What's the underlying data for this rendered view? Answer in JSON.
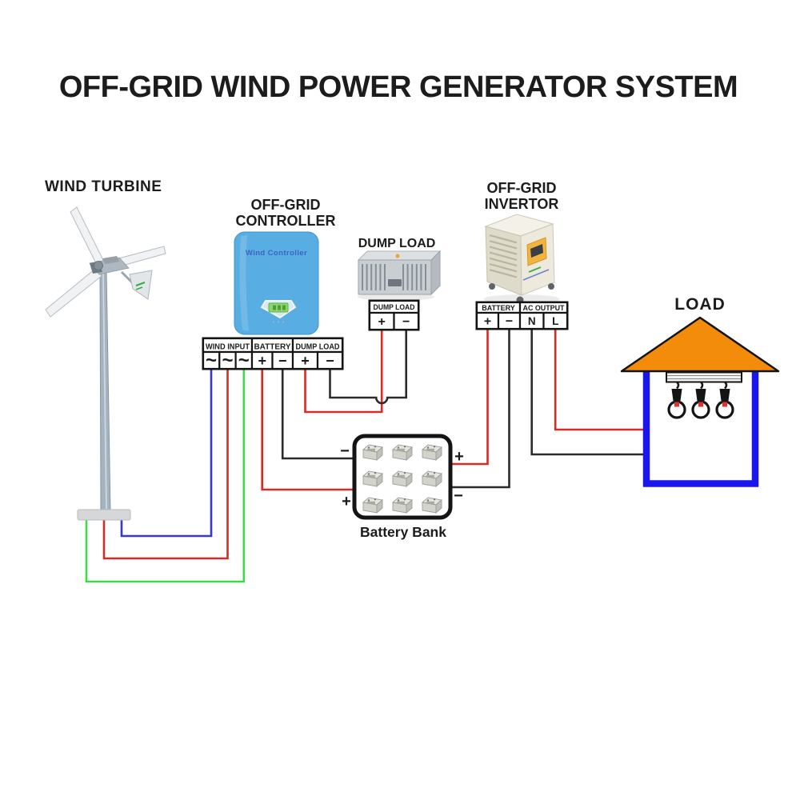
{
  "title": "OFF-GRID WIND POWER GENERATOR SYSTEM",
  "wind_turbine": {
    "label": "WIND TURBINE"
  },
  "controller": {
    "title_line1": "OFF-GRID",
    "title_line2": "CONTROLLER",
    "device_text": "Wind Controller",
    "terminal_headers": [
      "WIND INPUT",
      "BATTERY",
      "DUMP LOAD"
    ],
    "terminal_cells": [
      "~",
      "~",
      "~",
      "+",
      "−",
      "+",
      "−"
    ]
  },
  "dump_load": {
    "title": "DUMP LOAD",
    "terminal_header": "DUMP LOAD",
    "terminal_cells": [
      "+",
      "−"
    ]
  },
  "inverter": {
    "title_line1": "OFF-GRID",
    "title_line2": "INVERTOR",
    "terminal_headers": [
      "BATTERY",
      "AC OUTPUT"
    ],
    "terminal_cells": [
      "+",
      "−",
      "N",
      "L"
    ]
  },
  "battery_bank": {
    "label": "Battery Bank",
    "marks": {
      "left_top": "−",
      "left_bottom": "+",
      "right_top": "+",
      "right_bottom": "−"
    }
  },
  "load": {
    "label": "LOAD"
  },
  "colors": {
    "text": "#1c1c1c",
    "wire_red": "#d92b25",
    "wire_black": "#2b2b2b",
    "wire_blue": "#3838cf",
    "wire_green": "#3fd94a",
    "terminal_border": "#141414",
    "controller_blue": "#58ade2",
    "controller_text_blue": "#3e63c4",
    "screen_green": "#8ed66c",
    "dump_gray": "#c9ced3",
    "inverter_cream": "#edeadd",
    "panel_yellow": "#f2b43c",
    "roof_orange": "#f38b0b",
    "wall_blue": "#1a16ee",
    "bulb_red": "#e03131"
  }
}
